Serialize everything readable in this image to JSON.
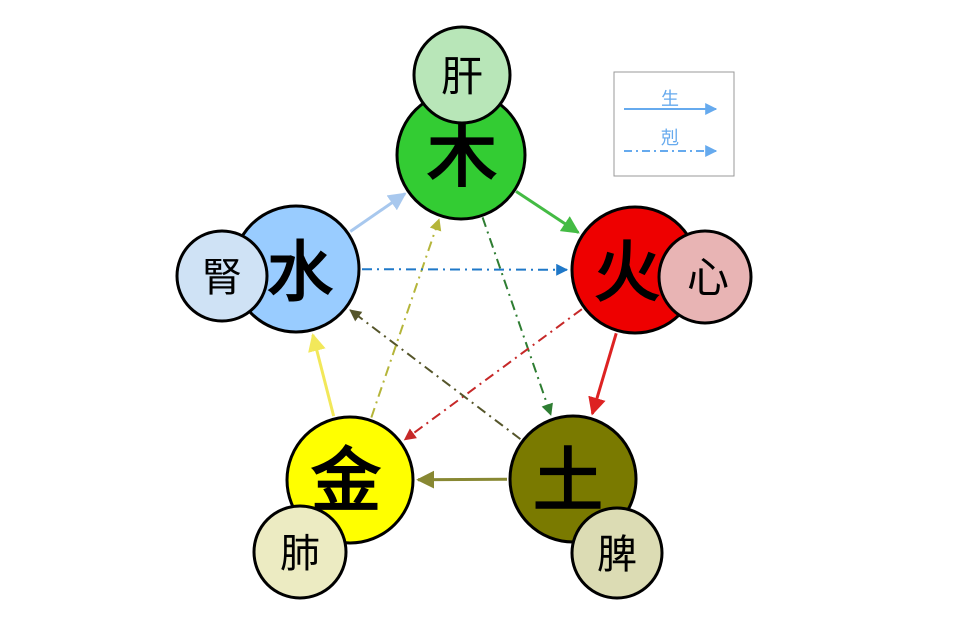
{
  "elements": {
    "wood": {
      "glyph": "木",
      "organ": "肝",
      "color": "#33cc33",
      "organ_color": "#b8e6b8"
    },
    "fire": {
      "glyph": "火",
      "organ": "心",
      "color": "#ee0000",
      "organ_color": "#e8b4b4"
    },
    "earth": {
      "glyph": "土",
      "organ": "脾",
      "color": "#7a7a00",
      "organ_color": "#dcdcb4"
    },
    "metal": {
      "glyph": "金",
      "organ": "肺",
      "color": "#ffff00",
      "organ_color": "#ecebc2"
    },
    "water": {
      "glyph": "水",
      "organ": "腎",
      "color": "#99ccff",
      "organ_color": "#cfe2f5"
    }
  },
  "legend": {
    "generate_label": "生",
    "control_label": "剋",
    "color": "#66aaee"
  },
  "generating_cycle": [
    {
      "from": "wood",
      "to": "fire",
      "color": "#44bb44"
    },
    {
      "from": "fire",
      "to": "earth",
      "color": "#dd2222"
    },
    {
      "from": "earth",
      "to": "metal",
      "color": "#888833"
    },
    {
      "from": "metal",
      "to": "water",
      "color": "#f2e85a"
    },
    {
      "from": "water",
      "to": "wood",
      "color": "#a8c8ee"
    }
  ],
  "controlling_cycle": [
    {
      "from": "wood",
      "to": "earth",
      "color": "#2e7d32"
    },
    {
      "from": "fire",
      "to": "metal",
      "color": "#c62828"
    },
    {
      "from": "earth",
      "to": "water",
      "color": "#55552a"
    },
    {
      "from": "metal",
      "to": "wood",
      "color": "#b5b53a"
    },
    {
      "from": "water",
      "to": "fire",
      "color": "#1f78c8"
    }
  ]
}
